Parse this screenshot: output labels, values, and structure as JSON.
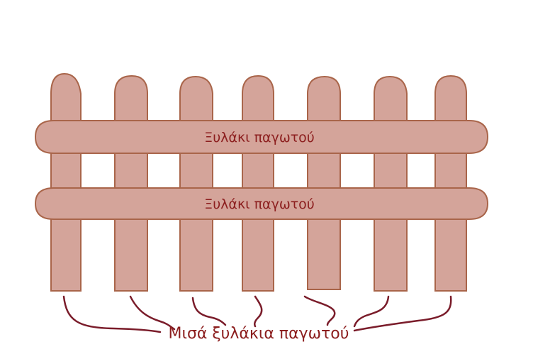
{
  "rails": [
    {
      "label": "Ξυλάκι παγωτού"
    },
    {
      "label": "Ξυλάκι παγωτού"
    }
  ],
  "sticks_count": 7,
  "bottom_label": "Μισά ξυλάκια παγωτού",
  "colors": {
    "wood_fill": "#d4a49a",
    "wood_stroke": "#a9654a",
    "text": "#8c1e1e",
    "bracket": "#7a1c2a"
  }
}
